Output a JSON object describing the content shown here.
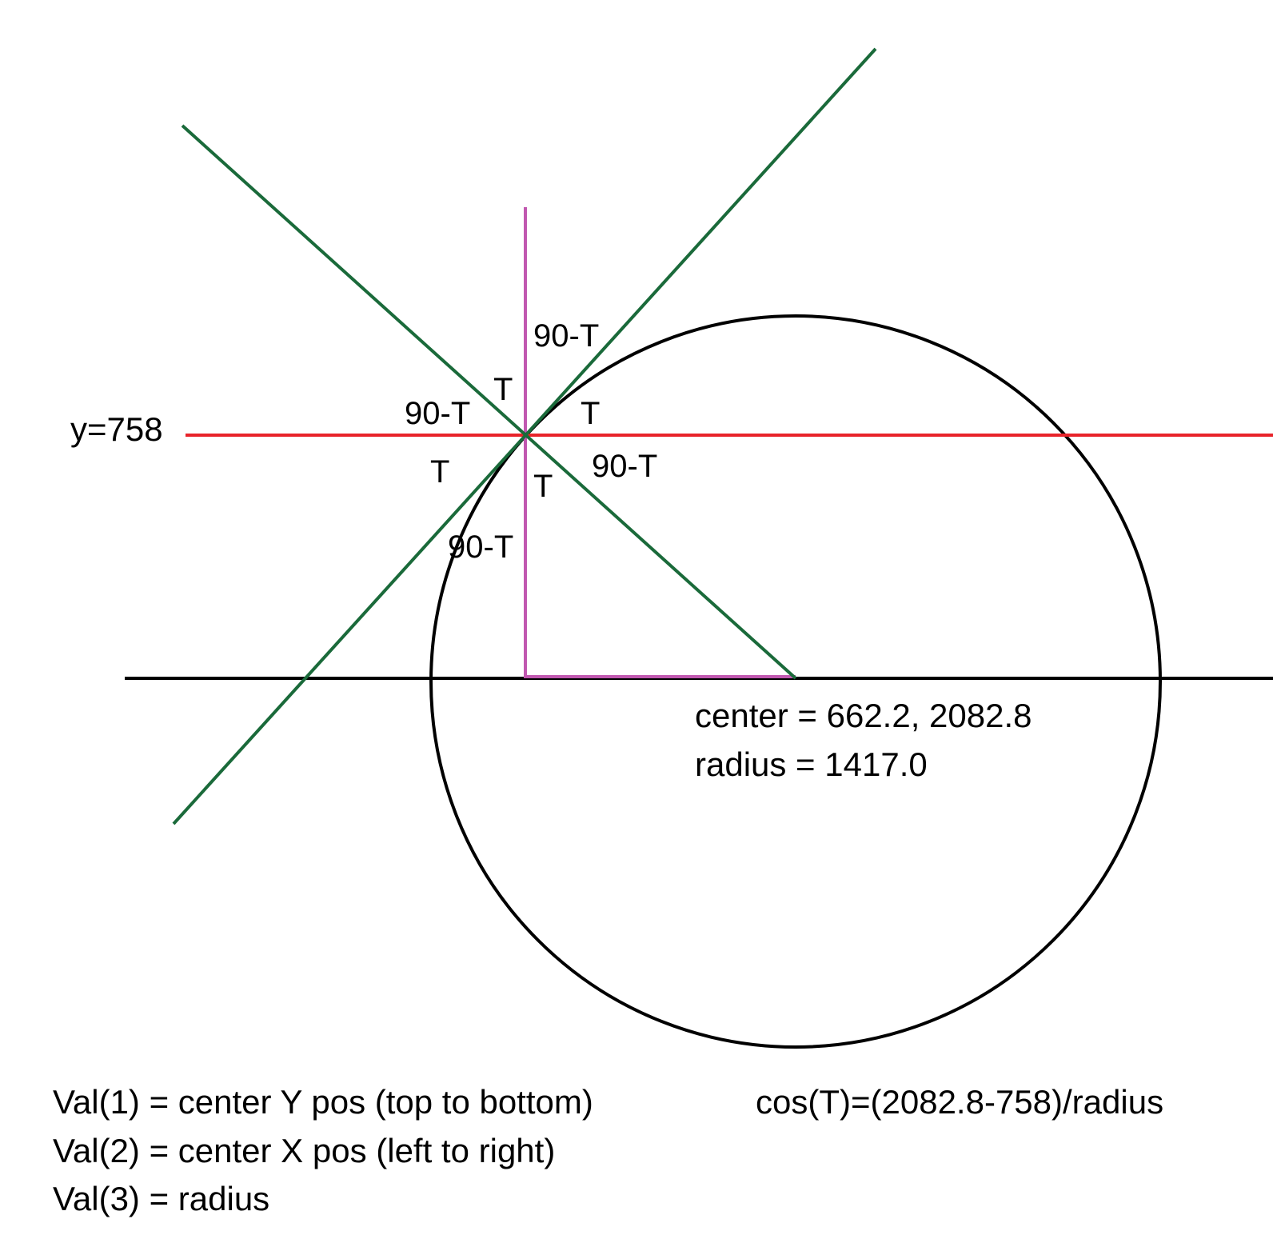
{
  "colors": {
    "background": "#ffffff",
    "circle": "#000000",
    "axis_line": "#000000",
    "red_line": "#e8232a",
    "green_lines": "#1a6a3a",
    "magenta_lines": "#c158b0"
  },
  "labels": {
    "y_line": "y=758",
    "angle_90T_top": "90-T",
    "angle_T_upper_left": "T",
    "angle_90T_left": "90-T",
    "angle_T_right": "T",
    "angle_T_lower_left": "T",
    "angle_90T_lower_right": "90-T",
    "angle_T_lower_mid": "T",
    "angle_90T_bottom": "90-T"
  },
  "info": {
    "center": "center = 662.2, 2082.8",
    "radius": "radius = 1417.0"
  },
  "notes": {
    "val1": "Val(1) = center Y pos (top to bottom)",
    "val2": "Val(2) = center X pos (left to right)",
    "val3": "Val(3) = radius",
    "cos": "cos(T)=(2082.8-758)/radius"
  }
}
